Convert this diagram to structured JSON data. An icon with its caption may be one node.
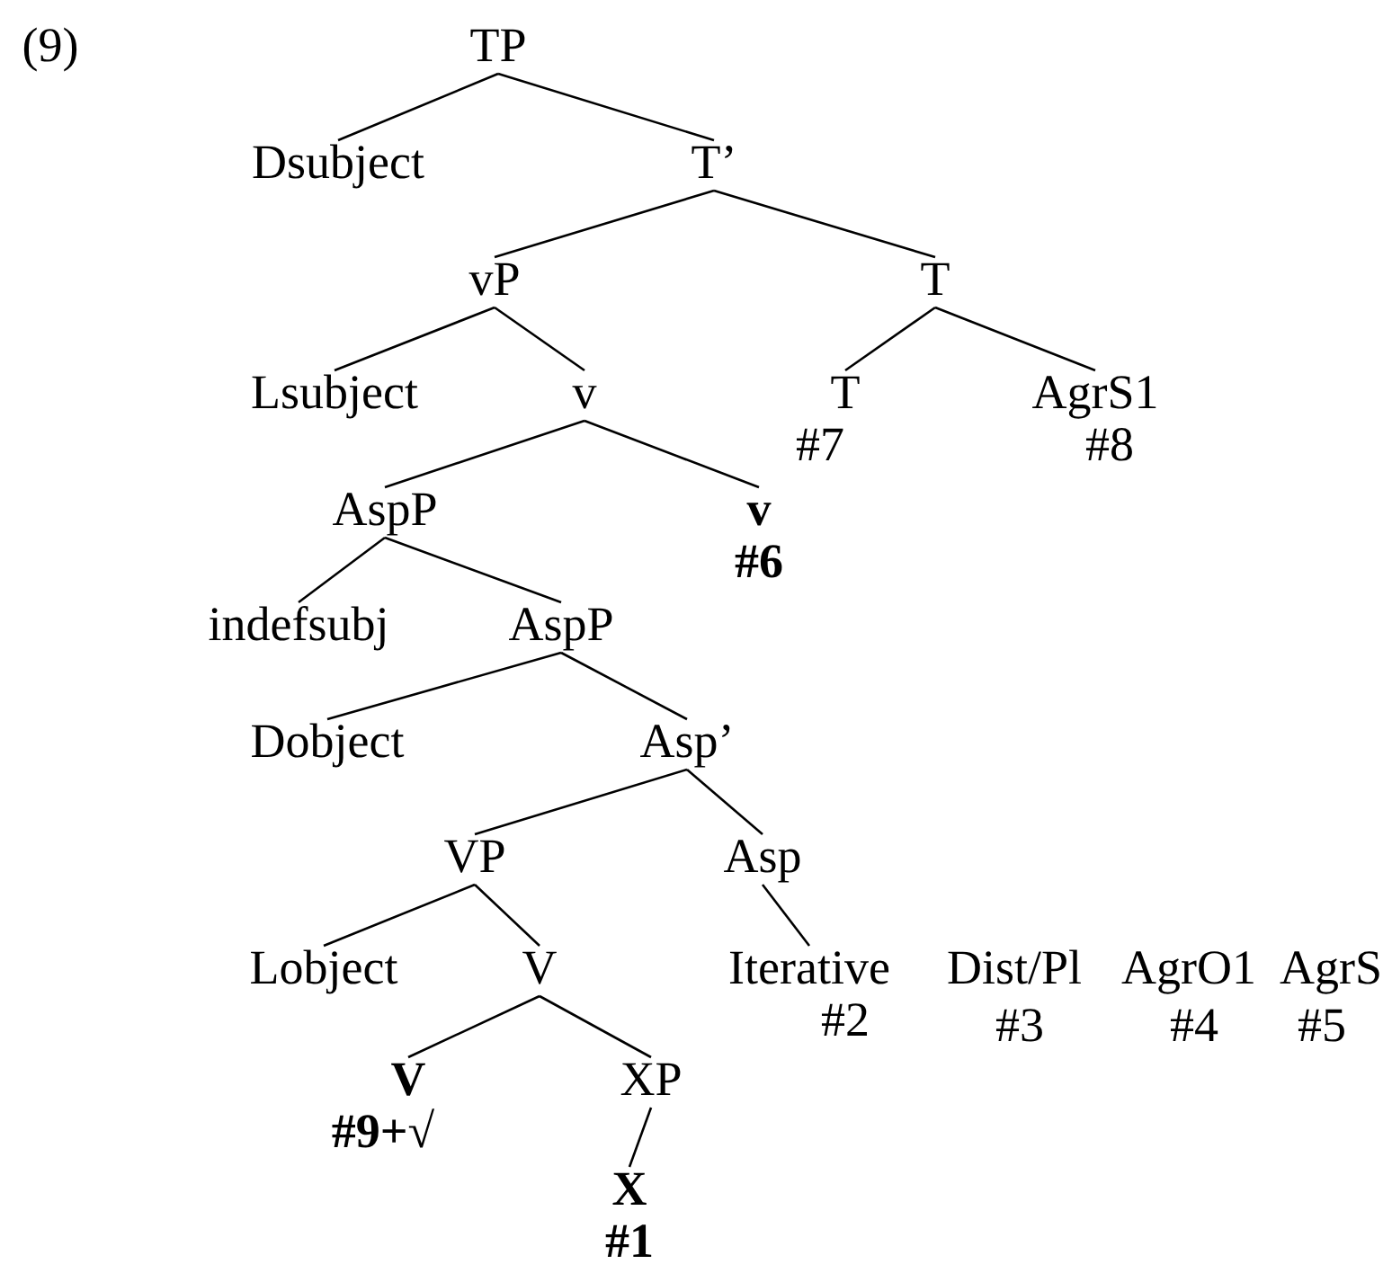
{
  "diagram": {
    "nodes": [
      {
        "text": [
          "TP"
        ]
      },
      {
        "text": [
          "Dsubject"
        ]
      },
      {
        "text": [
          "T’"
        ]
      },
      {
        "text": [
          "vP"
        ]
      },
      {
        "text": [
          "T"
        ]
      },
      {
        "text": [
          "Lsubject"
        ]
      },
      {
        "text": [
          "v"
        ]
      },
      {
        "text": [
          "T"
        ],
        "beside": [
          "#7"
        ]
      },
      {
        "text": [
          "AgrS1"
        ],
        "beside": [
          "#8"
        ]
      },
      {
        "text": [
          "AspP"
        ]
      },
      {
        "text": [
          "v"
        ],
        "beside": [
          "#6"
        ]
      },
      {
        "text": [
          "indefsubj"
        ]
      },
      {
        "text": [
          "AspP"
        ]
      },
      {
        "text": [
          "Dobject"
        ]
      },
      {
        "text": [
          "Asp’"
        ]
      },
      {
        "text": [
          "VP"
        ]
      },
      {
        "text": [
          "Asp"
        ]
      },
      {
        "text": [
          "Lobject"
        ]
      },
      {
        "text": [
          "V"
        ]
      },
      {
        "text": [
          "Iterative"
        ],
        "beside": [
          "#2"
        ]
      },
      {
        "text": [
          "V"
        ],
        "beside": [
          "**#9+**√"
        ]
      },
      {
        "text": [
          "XP"
        ]
      },
      {
        "text": [
          "X"
        ],
        "beside": [
          "#1"
        ]
      }
    ],
    "edges": [
      {
        "from": 0,
        "to": 1,
        "arrow": "none"
      },
      {
        "from": 0,
        "to": 2,
        "arrow": "none"
      },
      {
        "from": 2,
        "to": 3,
        "arrow": "none"
      },
      {
        "from": 2,
        "to": 4,
        "arrow": "none"
      },
      {
        "from": 3,
        "to": 5,
        "arrow": "none"
      },
      {
        "from": 3,
        "to": 6,
        "arrow": "none"
      },
      {
        "from": 4,
        "to": 7,
        "arrow": "none"
      },
      {
        "from": 4,
        "to": 8,
        "arrow": "none"
      },
      {
        "from": 6,
        "to": 9,
        "arrow": "none"
      },
      {
        "from": 6,
        "to": 10,
        "arrow": "none"
      },
      {
        "from": 9,
        "to": 11,
        "arrow": "none"
      },
      {
        "from": 9,
        "to": 12,
        "arrow": "none"
      },
      {
        "from": 12,
        "to": 13,
        "arrow": "none"
      },
      {
        "from": 12,
        "to": 14,
        "arrow": "none"
      },
      {
        "from": 14,
        "to": 15,
        "arrow": "none"
      },
      {
        "from": 14,
        "to": 16,
        "arrow": "none"
      },
      {
        "from": 15,
        "to": 17,
        "arrow": "none"
      },
      {
        "from": 15,
        "to": 18,
        "arrow": "none"
      },
      {
        "from": 16,
        "to": 19,
        "arrow": "none"
      },
      {
        "from": 18,
        "to": 20,
        "arrow": "none"
      },
      {
        "from": 18,
        "to": 21,
        "arrow": "none"
      },
      {
        "from": 21,
        "to": 22,
        "arrow": "none"
      }
    ],
    "labels": [
      "(9)",
      "Dist/Pl",
      "#3",
      "AgrO1",
      "#4",
      "AgrS",
      "#5"
    ]
  }
}
